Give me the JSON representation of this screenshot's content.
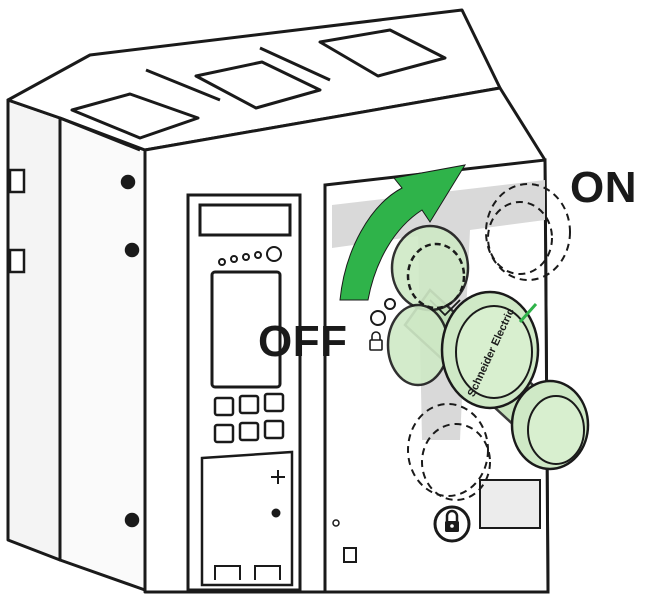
{
  "labels": {
    "on": "ON",
    "off": "OFF"
  },
  "handle": {
    "brand_text": "Schneider Electric"
  },
  "colors": {
    "outline": "#1a1a1a",
    "housing": "#ffffff",
    "side_shade": "#f2f2f2",
    "panel_grey": "#e8e8e8",
    "track_grey": "#d4d4d4",
    "handle_green": "#cfe9c6",
    "handle_green_dark": "#a9d49c",
    "arrow_green": "#2fb34a"
  },
  "icons": {
    "rotation_arrow": "curved-arrow-icon",
    "padlock": "padlock-icon",
    "off_symbol": "circle-icon",
    "on_symbol": "line-icon"
  }
}
